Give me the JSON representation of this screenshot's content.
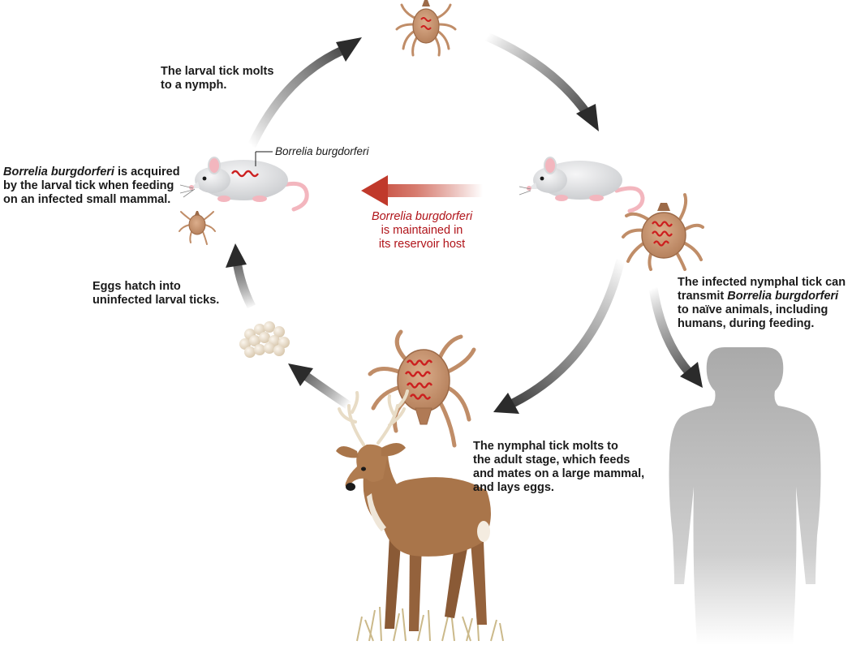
{
  "captions": {
    "larval_molt": {
      "line1": "The larval tick molts",
      "line2": "to a nymph."
    },
    "acquired": {
      "line1_italic": "Borrelia burgdorferi",
      "line1_rest": " is acquired",
      "line2": "by the larval tick when feeding",
      "line3": "on an infected small mammal."
    },
    "eggs_hatch": {
      "line1": "Eggs hatch into",
      "line2": "uninfected larval ticks."
    },
    "nymph_transmit": {
      "line1": "The infected nymphal tick can",
      "line2_pre": "transmit ",
      "line2_italic": "Borrelia burgdorferi",
      "line3": "to naïve animals, including",
      "line4": "humans, during feeding."
    },
    "adult_stage": {
      "line1": "The nymphal tick molts to",
      "line2": "the adult stage, which feeds",
      "line3": "and mates on a large mammal,",
      "line4": "and lays eggs."
    }
  },
  "reservoir_note": {
    "line1_italic": "Borrelia burgdorferi",
    "line2": "is maintained in",
    "line3": "its reservoir host"
  },
  "mouse_label": "Borrelia burgdorferi",
  "colors": {
    "arrow_dark": "#2b2b2b",
    "arrow_red": "#c0392b",
    "tick_body": "#c69472",
    "tick_legs": "#d4a27e",
    "spirochete": "#cc1f1f",
    "mouse_fur": "#e6e7e9",
    "mouse_pink": "#f3b6be",
    "deer_fur": "#a9754a",
    "human_gray": "#b4b4b4",
    "egg": "#eadfce",
    "grass": "#cbb98a"
  },
  "icons": [
    "tick-icon",
    "mouse-icon",
    "deer-icon",
    "human-silhouette-icon",
    "egg-cluster-icon",
    "cycle-arrow-icon"
  ]
}
